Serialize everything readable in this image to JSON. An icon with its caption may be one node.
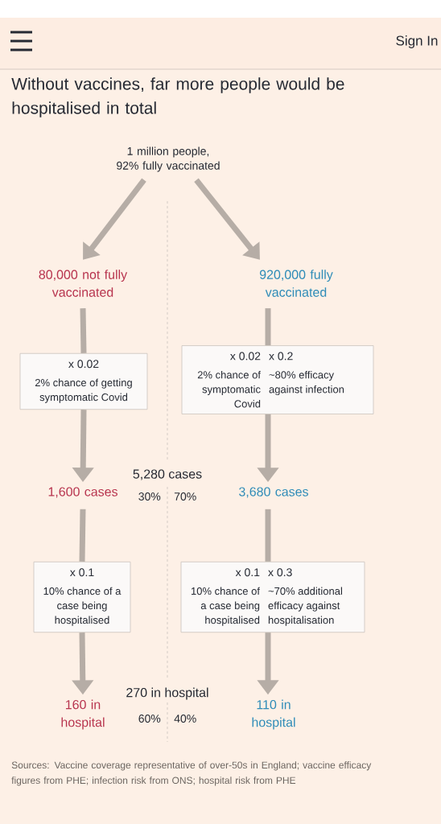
{
  "diagram": {
    "title": "Without vaccines, far more people would be hospitalised in total",
    "caption": "Sources: Vaccine coverage representative of over-50s in England; vaccine efficacy figures from PHE; infection risk from ONS; hospital risk from PHE",
    "nodes": [
      {
        "text": [
          "1 million people, 92% fully vaccinated"
        ]
      },
      {
        "text": [
          "80,000 not fully vaccinated"
        ]
      },
      {
        "text": [
          "920,000 fully vaccinated"
        ]
      },
      {
        "text": [
          "x 0.02",
          "2% chance of getting symptomatic Covid"
        ]
      },
      {
        "text": [
          "x 0.02",
          "2% chance of symptomatic Covid",
          "x 0.2",
          "~80% efficacy against infection"
        ]
      },
      {
        "text": [
          "1,600 cases"
        ]
      },
      {
        "text": [
          "3,680 cases"
        ]
      },
      {
        "text": [
          "x 0.1",
          "10% chance of a case being hospitalised"
        ]
      },
      {
        "text": [
          "x 0.1",
          "10% chance of a case being hospitalised",
          "x 0.3",
          "~70% additional efficacy against hospitalisation"
        ]
      },
      {
        "text": [
          "160 in hospital"
        ]
      },
      {
        "text": [
          "110 in hospital"
        ]
      }
    ],
    "edges": [
      {
        "from": 0,
        "to": 1,
        "arrow": "to"
      },
      {
        "from": 0,
        "to": 2,
        "arrow": "to"
      },
      {
        "from": 1,
        "to": 3,
        "arrow": "none"
      },
      {
        "from": 3,
        "to": 5,
        "arrow": "to"
      },
      {
        "from": 2,
        "to": 4,
        "arrow": "none"
      },
      {
        "from": 4,
        "to": 6,
        "arrow": "to"
      },
      {
        "from": 5,
        "to": 7,
        "arrow": "none"
      },
      {
        "from": 7,
        "to": 9,
        "arrow": "to"
      },
      {
        "from": 6,
        "to": 8,
        "arrow": "none"
      },
      {
        "from": 8,
        "to": 10,
        "arrow": "to"
      }
    ],
    "labels": [
      "Sign In",
      "5,280 cases",
      "30%",
      "70%",
      "270 in hospital",
      "60%",
      "40%"
    ]
  }
}
